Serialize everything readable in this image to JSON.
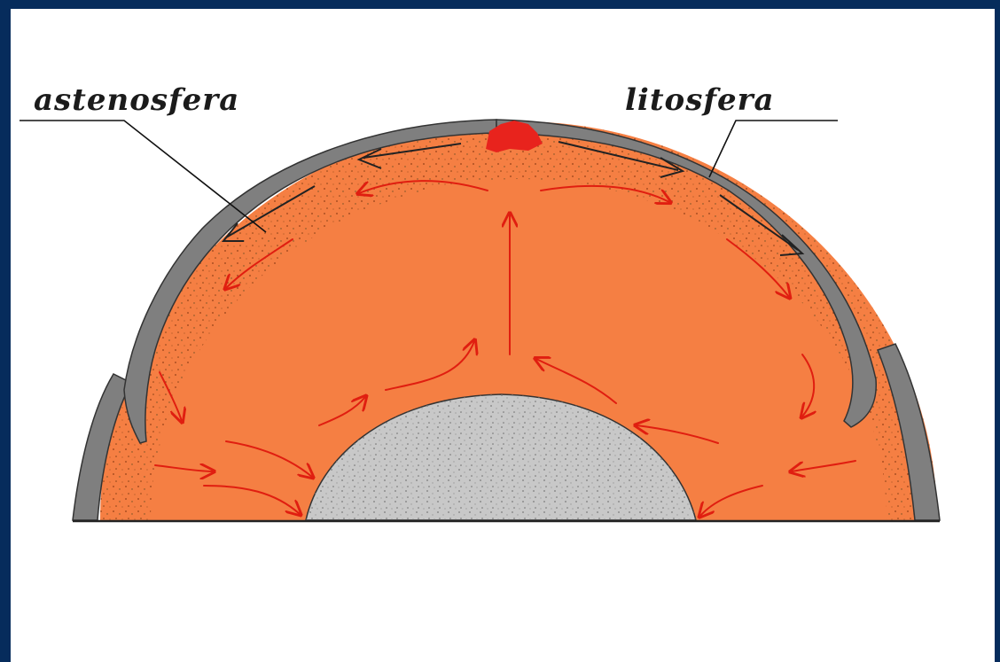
{
  "labels": {
    "asthenosphere": "astenosfera",
    "lithosphere": "litosfera"
  },
  "colors": {
    "frame": "#062c5c",
    "background": "#ffffff",
    "mantle": "#f57f43",
    "lithosphere": "#7f7f7f",
    "core": "#c8c8c8",
    "hotspot": "#e8231d",
    "convection_arrows": "#e01e10",
    "leader_lines": "#111111"
  },
  "icons": [
    "convection-arrow",
    "plate-motion-arrow",
    "hotspot-magma"
  ]
}
